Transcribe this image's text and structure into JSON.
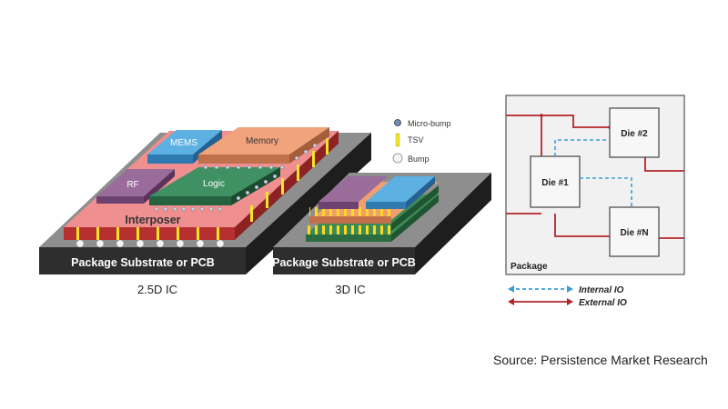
{
  "left_diagram": {
    "caption": "2.5D IC",
    "substrate_label": "Package Substrate or PCB",
    "interposer_label": "Interposer",
    "dies": {
      "mems": "MEMS",
      "memory": "Memory",
      "rf": "RF",
      "logic": "Logic"
    }
  },
  "middle_diagram": {
    "caption": "3D IC",
    "substrate_label": "Package Substrate or PCB"
  },
  "legend": {
    "micro_bump": "Micro-bump",
    "tsv": "TSV",
    "bump": "Bump"
  },
  "right_diagram": {
    "package_label": "Package",
    "dies": {
      "die1": "Die #1",
      "die2": "Die #2",
      "dieN": "Die #N"
    },
    "legend": {
      "internal": "Internal IO",
      "external": "External IO"
    }
  },
  "source": "Source: Persistence Market Research",
  "colors": {
    "substrate_top": "#8a8a8a",
    "substrate_front": "#2e2e2e",
    "interposer": "#ef8a8a",
    "interposer_front": "#b52b2b",
    "mems": "#5aaee0",
    "memory": "#f0a27a",
    "rf": "#9a6a9a",
    "logic": "#3f8f60",
    "tsv": "#f0e020",
    "internal_io": "#3a9fd6",
    "external_io": "#b3252a"
  }
}
